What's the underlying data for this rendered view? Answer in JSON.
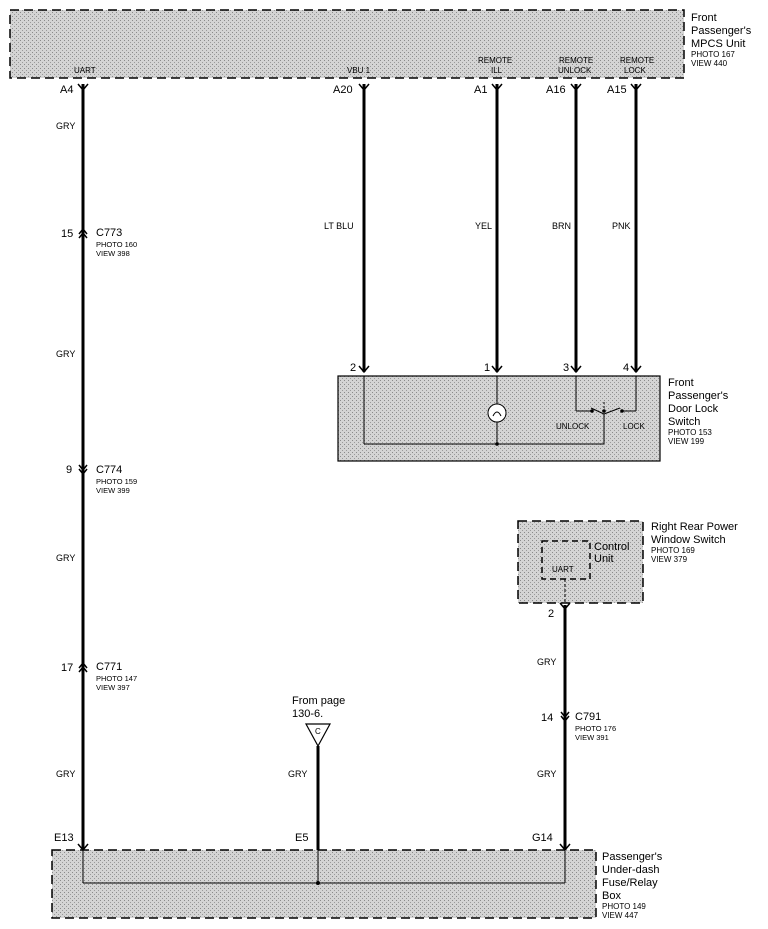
{
  "components": {
    "mpcs": {
      "title": [
        "Front",
        "Passenger's",
        "MPCS Unit"
      ],
      "photo": "PHOTO 167",
      "view": "VIEW 440",
      "terminals": {
        "uart": "UART",
        "vbu": "VBU 1",
        "remote_ill": [
          "REMOTE",
          "ILL"
        ],
        "remote_unlock": [
          "REMOTE",
          "UNLOCK"
        ],
        "remote_lock": [
          "REMOTE",
          "LOCK"
        ]
      }
    },
    "door_lock": {
      "title": [
        "Front",
        "Passenger's",
        "Door Lock",
        "Switch"
      ],
      "photo": "PHOTO 153",
      "view": "VIEW 199",
      "unlock": "UNLOCK",
      "lock": "LOCK"
    },
    "window": {
      "title": [
        "Right Rear Power",
        "Window Switch"
      ],
      "photo": "PHOTO 169",
      "view": "VIEW 379",
      "control": [
        "Control",
        "Unit"
      ],
      "uart": "UART"
    },
    "fuse_box": {
      "title": [
        "Passenger's",
        "Under-dash",
        "Fuse/Relay",
        "Box"
      ],
      "photo": "PHOTO 149",
      "view": "VIEW 447"
    }
  },
  "pins": {
    "a4": "A4",
    "a20": "A20",
    "a1": "A1",
    "a16": "A16",
    "a15": "A15",
    "d2": "2",
    "d1": "1",
    "d3": "3",
    "d4": "4",
    "w2": "2",
    "e13": "E13",
    "e5": "E5",
    "g14": "G14"
  },
  "wires": {
    "gry1": "GRY",
    "gry2": "GRY",
    "gry3": "GRY",
    "gry4": "GRY",
    "ltblu": "LT BLU",
    "yel": "YEL",
    "brn": "BRN",
    "pnk": "PNK",
    "gry_r1": "GRY",
    "gry_r2": "GRY",
    "gry_c": "GRY"
  },
  "connectors": {
    "c773": {
      "pin": "15",
      "name": "C773",
      "photo": "PHOTO 160",
      "view": "VIEW 398"
    },
    "c774": {
      "pin": "9",
      "name": "C774",
      "photo": "PHOTO 159",
      "view": "VIEW 399"
    },
    "c771": {
      "pin": "17",
      "name": "C771",
      "photo": "PHOTO 147",
      "view": "VIEW 397"
    },
    "c791": {
      "pin": "14",
      "name": "C791",
      "photo": "PHOTO 176",
      "view": "VIEW 391"
    }
  },
  "from_page": {
    "text": [
      "From page",
      "130-6."
    ],
    "letter": "C"
  }
}
